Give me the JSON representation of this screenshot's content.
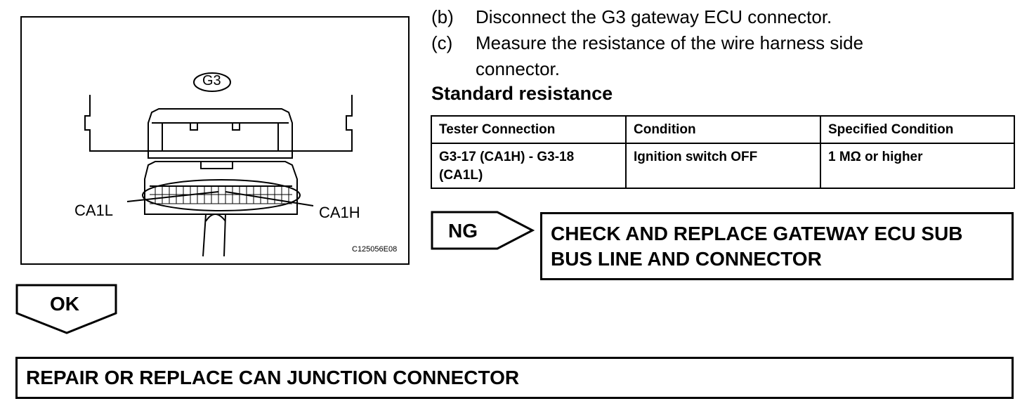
{
  "figure": {
    "connector_label": "G3",
    "pin_left_label": "CA1L",
    "pin_right_label": "CA1H",
    "figure_code": "C125056E08"
  },
  "steps": [
    {
      "marker": "(b)",
      "text": "Disconnect the G3 gateway ECU connector."
    },
    {
      "marker": "(c)",
      "text": "Measure the resistance of the wire harness side",
      "text_cont": "connector."
    }
  ],
  "standard": {
    "title": "Standard resistance",
    "headers": [
      "Tester Connection",
      "Condition",
      "Specified Condition"
    ],
    "row": {
      "connection_line1": "G3-17 (CA1H) - G3-18",
      "connection_line2": "(CA1L)",
      "condition": "Ignition switch OFF",
      "specified": "1 MΩ or higher"
    }
  },
  "ng": {
    "label": "NG",
    "result_line1": "CHECK AND REPLACE GATEWAY ECU SUB",
    "result_line2": "BUS LINE AND CONNECTOR"
  },
  "ok": {
    "label": "OK",
    "result": "REPAIR OR REPLACE CAN JUNCTION CONNECTOR"
  }
}
